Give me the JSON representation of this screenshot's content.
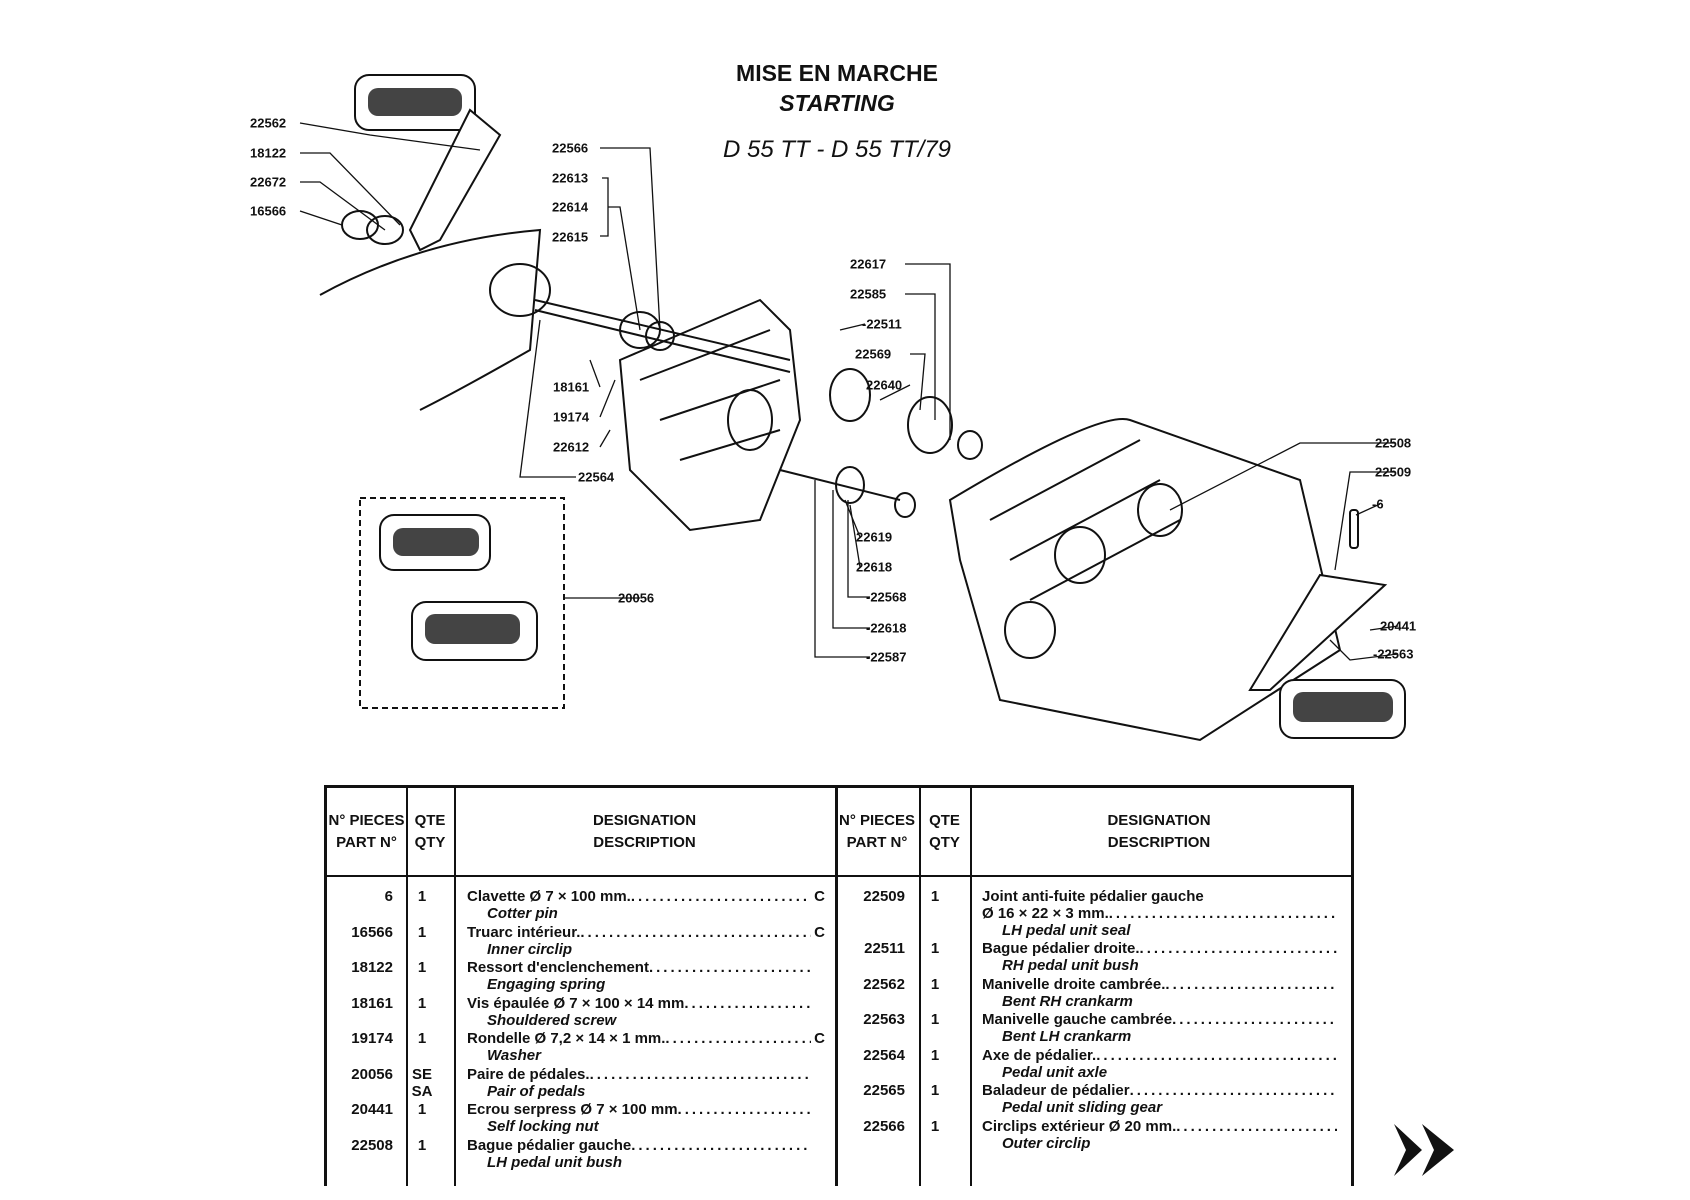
{
  "header": {
    "title_fr": "MISE EN MARCHE",
    "title_en": "STARTING",
    "models": "D 55 TT - D 55 TT/79"
  },
  "callouts": {
    "c22562": "22562",
    "c18122": "18122",
    "c22672": "22672",
    "c16566": "16566",
    "c22566": "22566",
    "c22613": "22613",
    "c22614": "22614",
    "c22615": "22615",
    "c18161": "18161",
    "c19174": "19174",
    "c22612": "22612",
    "c22564": "22564",
    "c22617": "22617",
    "c22585": "22585",
    "c22511": "-22511",
    "c22569": "22569",
    "c22640": "22640",
    "c22619": "22619",
    "c22618a": "22618",
    "c22568": "-22568",
    "c22618b": "-22618",
    "c22587": "-22587",
    "c20056": "20056",
    "c22508": "22508",
    "c22509": "22509",
    "c6": "-6",
    "c20441": "20441",
    "c22563": "-22563"
  },
  "table": {
    "headers": {
      "part_fr": "N° PIECES",
      "part_en": "PART N°",
      "qty_fr": "QTE",
      "qty_en": "QTY",
      "desc_fr": "DESIGNATION",
      "desc_en": "DESCRIPTION"
    },
    "left": [
      {
        "part": "6",
        "qty": "1",
        "fr": "Clavette Ø 7 × 100 mm.",
        "code": "C",
        "en": "Cotter pin"
      },
      {
        "part": "16566",
        "qty": "1",
        "fr": "Truarc intérieur.",
        "code": "C",
        "en": "Inner circlip"
      },
      {
        "part": "18122",
        "qty": "1",
        "fr": "Ressort d'enclenchement",
        "code": "",
        "en": "Engaging spring"
      },
      {
        "part": "18161",
        "qty": "1",
        "fr": "Vis épaulée Ø 7 × 100 × 14 mm",
        "code": "",
        "en": "Shouldered screw"
      },
      {
        "part": "19174",
        "qty": "1",
        "fr": "Rondelle Ø 7,2 × 14 × 1 mm.",
        "code": "C",
        "en": "Washer"
      },
      {
        "part": "20056",
        "qty": "SE SA",
        "fr": "Paire de pédales.",
        "code": "",
        "en": "Pair of pedals"
      },
      {
        "part": "20441",
        "qty": "1",
        "fr": "Ecrou serpress Ø 7 × 100 mm",
        "code": "",
        "en": "Self locking nut"
      },
      {
        "part": "22508",
        "qty": "1",
        "fr": "Bague pédalier gauche",
        "code": "",
        "en": "LH pedal unit bush"
      }
    ],
    "right": [
      {
        "part": "22509",
        "qty": "1",
        "fr": "Joint anti-fuite pédalier gauche",
        "fr2": "Ø 16 × 22 × 3 mm.",
        "en": "LH pedal unit seal"
      },
      {
        "part": "22511",
        "qty": "1",
        "fr": "Bague pédalier droite.",
        "en": "RH pedal unit bush"
      },
      {
        "part": "22562",
        "qty": "1",
        "fr": "Manivelle droite cambrée.",
        "en": "Bent RH crankarm"
      },
      {
        "part": "22563",
        "qty": "1",
        "fr": "Manivelle gauche cambrée",
        "en": "Bent LH crankarm"
      },
      {
        "part": "22564",
        "qty": "1",
        "fr": "Axe de pédalier.",
        "en": "Pedal unit axle"
      },
      {
        "part": "22565",
        "qty": "1",
        "fr": "Baladeur de pédalier",
        "en": "Pedal unit sliding gear"
      },
      {
        "part": "22566",
        "qty": "1",
        "fr": "Circlips extérieur Ø 20 mm.",
        "en": "Outer circlip"
      }
    ],
    "dots": "..............................................."
  }
}
